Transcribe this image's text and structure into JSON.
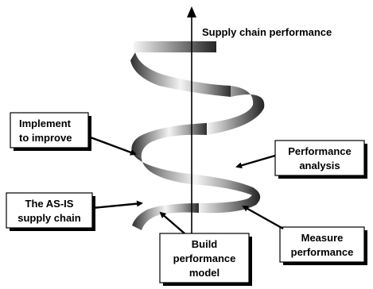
{
  "axis_label": "Supply chain performance",
  "labels": {
    "implement": [
      "Implement",
      "to improve"
    ],
    "performance_analysis": [
      "Performance",
      "analysis"
    ],
    "as_is": [
      "The AS-IS",
      "supply chain"
    ],
    "build_model": [
      "Build",
      "performance",
      "model"
    ],
    "measure": [
      "Measure",
      "performance"
    ]
  },
  "colors": {
    "ink": "#000000",
    "ribbon_dark": "#3a3a3a",
    "ribbon_light": "#f2f2f2"
  }
}
